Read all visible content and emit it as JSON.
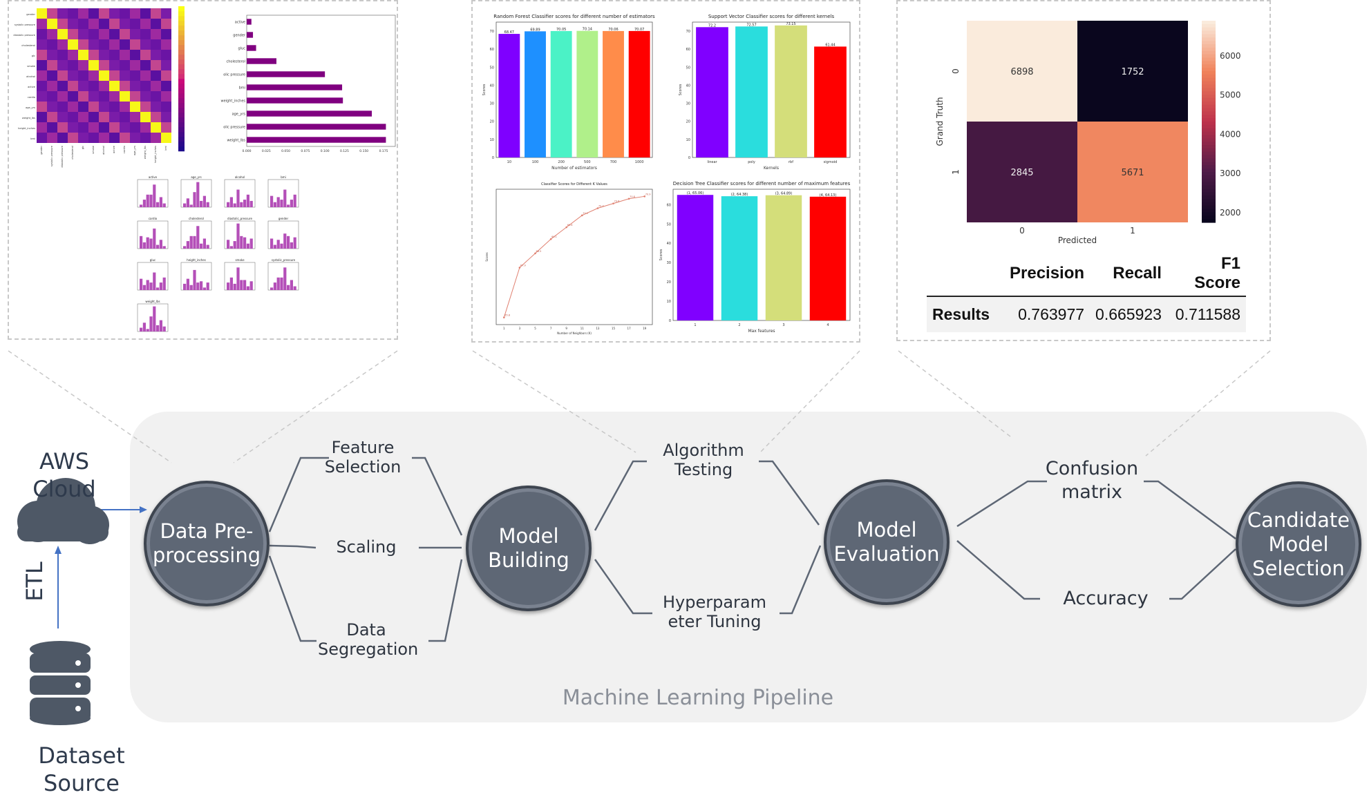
{
  "left": {
    "aws_label": "AWS Cloud",
    "etl_label": "ETL",
    "dataset_label": "Dataset Source"
  },
  "pipeline": {
    "caption": "Machine Learning Pipeline",
    "nodes": {
      "preprocessing": {
        "line1": "Data Pre-",
        "line2": "processing"
      },
      "building": {
        "line1": "Model",
        "line2": "Building"
      },
      "evaluation": {
        "line1": "Model",
        "line2": "Evaluation"
      },
      "selection": {
        "line1": "Candidate",
        "line2": "Model",
        "line3": "Selection"
      }
    },
    "branches": {
      "feature_selection": {
        "line1": "Feature",
        "line2": "Selection"
      },
      "scaling": {
        "line1": "Scaling"
      },
      "data_segregation": {
        "line1": "Data",
        "line2": "Segregation"
      },
      "algorithm_testing": {
        "line1": "Algorithm",
        "line2": "Testing"
      },
      "hyperparameter_tuning": {
        "line1": "Hyperparam",
        "line2": "eter Tuning"
      },
      "confusion_matrix": {
        "line1": "Confusion",
        "line2": "matrix"
      },
      "accuracy": {
        "line1": "Accuracy"
      }
    }
  },
  "heatmap": {
    "labels": [
      "gender",
      "systolic pressure",
      "diastolic pressure",
      "cholesterol",
      "glc",
      "smoke",
      "alcohol",
      "active",
      "cardio",
      "age_yrs",
      "weight_lbs",
      "height_inches",
      "bmi"
    ]
  },
  "feature_importance": {
    "type": "bar",
    "categories": [
      "active",
      "gender",
      "gluc",
      "cholesterol",
      "olic pressure",
      "bmi",
      "weight_inches",
      "age_yrs",
      "olic pressure",
      "weight_lbs"
    ],
    "values": [
      0.006,
      0.008,
      0.012,
      0.038,
      0.1,
      0.122,
      0.123,
      0.16,
      0.178,
      0.178
    ],
    "ticks": [
      "0.000",
      "0.025",
      "0.050",
      "0.075",
      "0.100",
      "0.125",
      "0.150",
      "0.175"
    ],
    "xlim": [
      0,
      0.19
    ]
  },
  "histograms": {
    "titles": [
      "active",
      "age_yrs",
      "alcohol",
      "bmi",
      "cardio",
      "cholesterol",
      "diastolic_pressure",
      "gender",
      "gluc",
      "height_inches",
      "smoke",
      "systolic_pressure",
      "weight_lbs"
    ]
  },
  "chart_data": [
    {
      "type": "bar",
      "title": "Random Forest Classifier scores for different number of estimators",
      "xlabel": "Number of estimators",
      "ylabel": "Scores",
      "categories": [
        "10",
        "100",
        "200",
        "500",
        "700",
        "1000"
      ],
      "values": [
        68.47,
        69.89,
        70.05,
        70.14,
        70.06,
        70.07
      ],
      "colors": [
        "#7f00ff",
        "#1e90ff",
        "#4bf2c6",
        "#b0f08a",
        "#ff8c4a",
        "#ff0000"
      ],
      "ylim": [
        0,
        75
      ],
      "yticks": [
        "0",
        "10",
        "20",
        "30",
        "40",
        "50",
        "60",
        "70"
      ]
    },
    {
      "type": "bar",
      "title": "Support Vector Classifier scores for different kernels",
      "xlabel": "Kernels",
      "ylabel": "Scores",
      "categories": [
        "linear",
        "poly",
        "rbf",
        "sigmoid"
      ],
      "values": [
        72.2,
        72.57,
        73.15,
        61.44
      ],
      "colors": [
        "#8000ff",
        "#2adddd",
        "#d4de7a",
        "#ff0000"
      ],
      "ylim": [
        0,
        75
      ],
      "yticks": [
        "0",
        "10",
        "20",
        "30",
        "40",
        "50",
        "60",
        "70"
      ]
    },
    {
      "type": "line",
      "title": "Classifier Scores for Different K Values",
      "xlabel": "Number of Neighbors (K)",
      "ylabel": "Scores",
      "x": [
        1,
        3,
        5,
        7,
        9,
        11,
        13,
        15,
        17,
        19
      ],
      "values": [
        65.8,
        67.9,
        68.5,
        69.1,
        69.6,
        70.1,
        70.4,
        70.6,
        70.8,
        70.9
      ],
      "ylim": [
        65.5,
        71.2
      ],
      "color": "#e08070"
    },
    {
      "type": "bar",
      "title": "Decision Tree Classifier scores for different number of maximum features",
      "xlabel": "Max features",
      "ylabel": "Scores",
      "categories": [
        "1",
        "2",
        "3",
        "4"
      ],
      "values": [
        65.06,
        64.38,
        64.89,
        64.13
      ],
      "data_labels": [
        "(1, 65.06)",
        "(2, 64.38)",
        "(3, 64.89)",
        "(4, 64.13)"
      ],
      "colors": [
        "#8000ff",
        "#2adddd",
        "#d4de7a",
        "#ff0000"
      ],
      "ylim": [
        0,
        68
      ],
      "yticks": [
        "0",
        "10",
        "20",
        "30",
        "40",
        "50",
        "60"
      ]
    },
    {
      "type": "heatmap",
      "title": "",
      "ylabel": "Grand Truth",
      "xlabel": "Predicted",
      "row_labels": [
        "0",
        "1"
      ],
      "col_labels": [
        "0",
        "1"
      ],
      "values": [
        [
          6898,
          1752
        ],
        [
          2845,
          5671
        ]
      ],
      "colorbar_ticks": [
        "2000",
        "3000",
        "4000",
        "5000",
        "6000"
      ],
      "zlim": [
        1752,
        6898
      ]
    },
    {
      "type": "table",
      "columns": [
        "Precision",
        "Recall",
        "F1 Score"
      ],
      "rows": [
        {
          "label": "Results",
          "values": [
            "0.763977",
            "0.665923",
            "0.711588"
          ]
        }
      ]
    }
  ]
}
